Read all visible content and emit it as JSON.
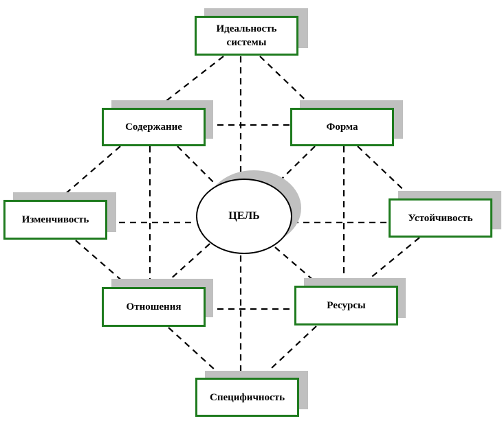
{
  "center": {
    "label": "ЦЕЛЬ"
  },
  "nodes": {
    "ideal_line1": "Идеальность",
    "ideal_line2": "системы",
    "content": "Содержание",
    "form": "Форма",
    "changeability": "Изменчивость",
    "stability": "Устойчивость",
    "relations": "Отношения",
    "resources": "Ресурсы",
    "specificity": "Специфичность"
  },
  "colors": {
    "box_border": "#1e7b1e",
    "shadow": "#c0c0c0",
    "line": "#000000"
  }
}
